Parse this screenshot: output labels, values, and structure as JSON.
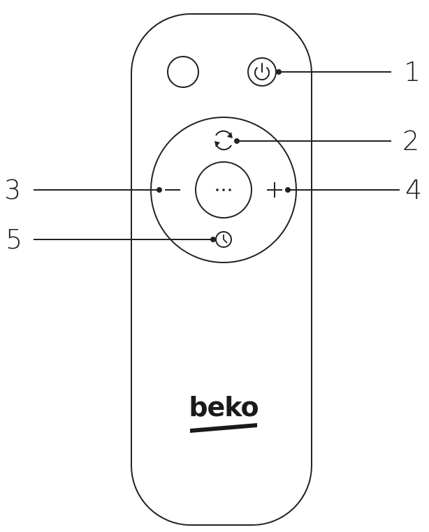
{
  "callouts": {
    "power": "1",
    "mode": "2",
    "minus": "3",
    "plus": "4",
    "timer": "5"
  },
  "buttons": {
    "center_label": "···",
    "minus_label": "−",
    "plus_label": "+"
  },
  "brand": {
    "logo_text": "beko"
  },
  "icons": {
    "power": "power-icon",
    "mode": "rotate-icon",
    "timer": "clock-icon"
  }
}
